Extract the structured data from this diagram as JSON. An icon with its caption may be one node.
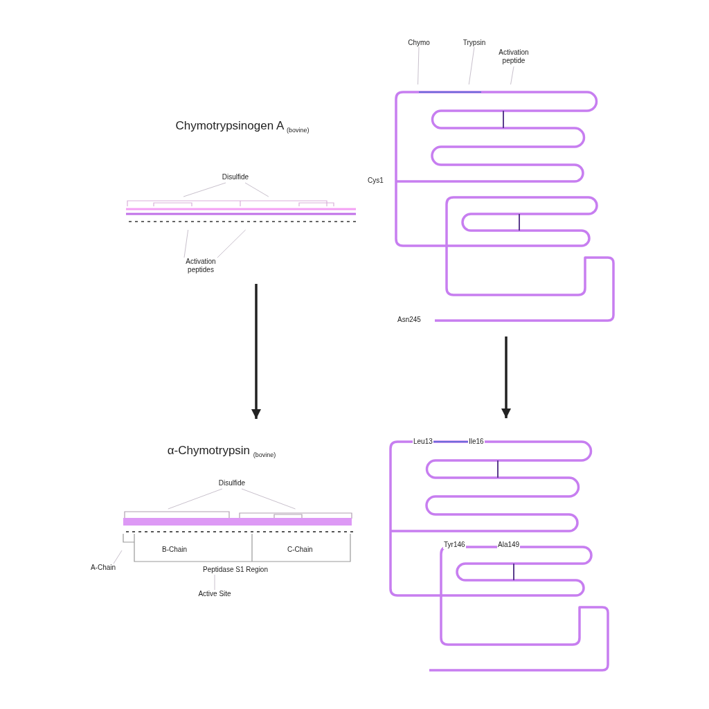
{
  "diagram": {
    "nodes": [
      {
        "text": [
          "Chymotrypsinogen A $_{(bovine)}$"
        ]
      },
      {
        "text": [],
        "shape": "picture",
        "in": 0
      },
      {
        "text": [
          "Disulfide"
        ],
        "in": 0
      },
      {
        "text": [
          "Activation peptides"
        ],
        "in": 0
      },
      {
        "text": [],
        "shape": "picture"
      },
      {
        "text": [
          "Chymo"
        ]
      },
      {
        "text": [
          "Trypsin"
        ]
      },
      {
        "text": [
          "Activation peptide"
        ]
      },
      {
        "text": [
          "α-Chymotrypsin $_{(bovine)}$"
        ]
      },
      {
        "text": [],
        "shape": "picture",
        "in": 8
      },
      {
        "text": [
          "Disulfide"
        ],
        "in": 8
      },
      {
        "text": [
          "A-Chain"
        ],
        "in": 8
      },
      {
        "text": [
          "Peptidase S1 Region"
        ],
        "in": 8
      },
      {
        "text": [
          "Active Site"
        ],
        "in": 8
      },
      {
        "text": [],
        "shape": "picture"
      }
    ],
    "edges": [
      {
        "from": 0,
        "to": 8,
        "arrow": "to",
        "style": "thick",
        "color": "#222222"
      },
      {
        "from": 4,
        "to": 14,
        "arrow": "to",
        "style": "thick",
        "color": "#222222"
      },
      {
        "from": 2,
        "to": 1,
        "arrow": "none"
      },
      {
        "from": 2,
        "to": 1,
        "arrow": "none"
      },
      {
        "from": 3,
        "to": 1,
        "arrow": "none"
      },
      {
        "from": 3,
        "to": 1,
        "arrow": "none"
      },
      {
        "from": 5,
        "to": 4,
        "arrow": "none"
      },
      {
        "from": 6,
        "to": 4,
        "arrow": "none"
      },
      {
        "from": 7,
        "to": 4,
        "arrow": "none"
      },
      {
        "from": 10,
        "to": 9,
        "arrow": "none"
      },
      {
        "from": 10,
        "to": 9,
        "arrow": "none"
      },
      {
        "from": 11,
        "to": 9,
        "arrow": "none"
      },
      {
        "from": 13,
        "to": 12,
        "arrow": "none"
      }
    ],
    "labels": [
      "Cys1",
      "Asn245",
      "B-Chain",
      "C-Chain",
      "Leu13",
      "Ile16",
      "Tyr146",
      "Ala149"
    ]
  }
}
